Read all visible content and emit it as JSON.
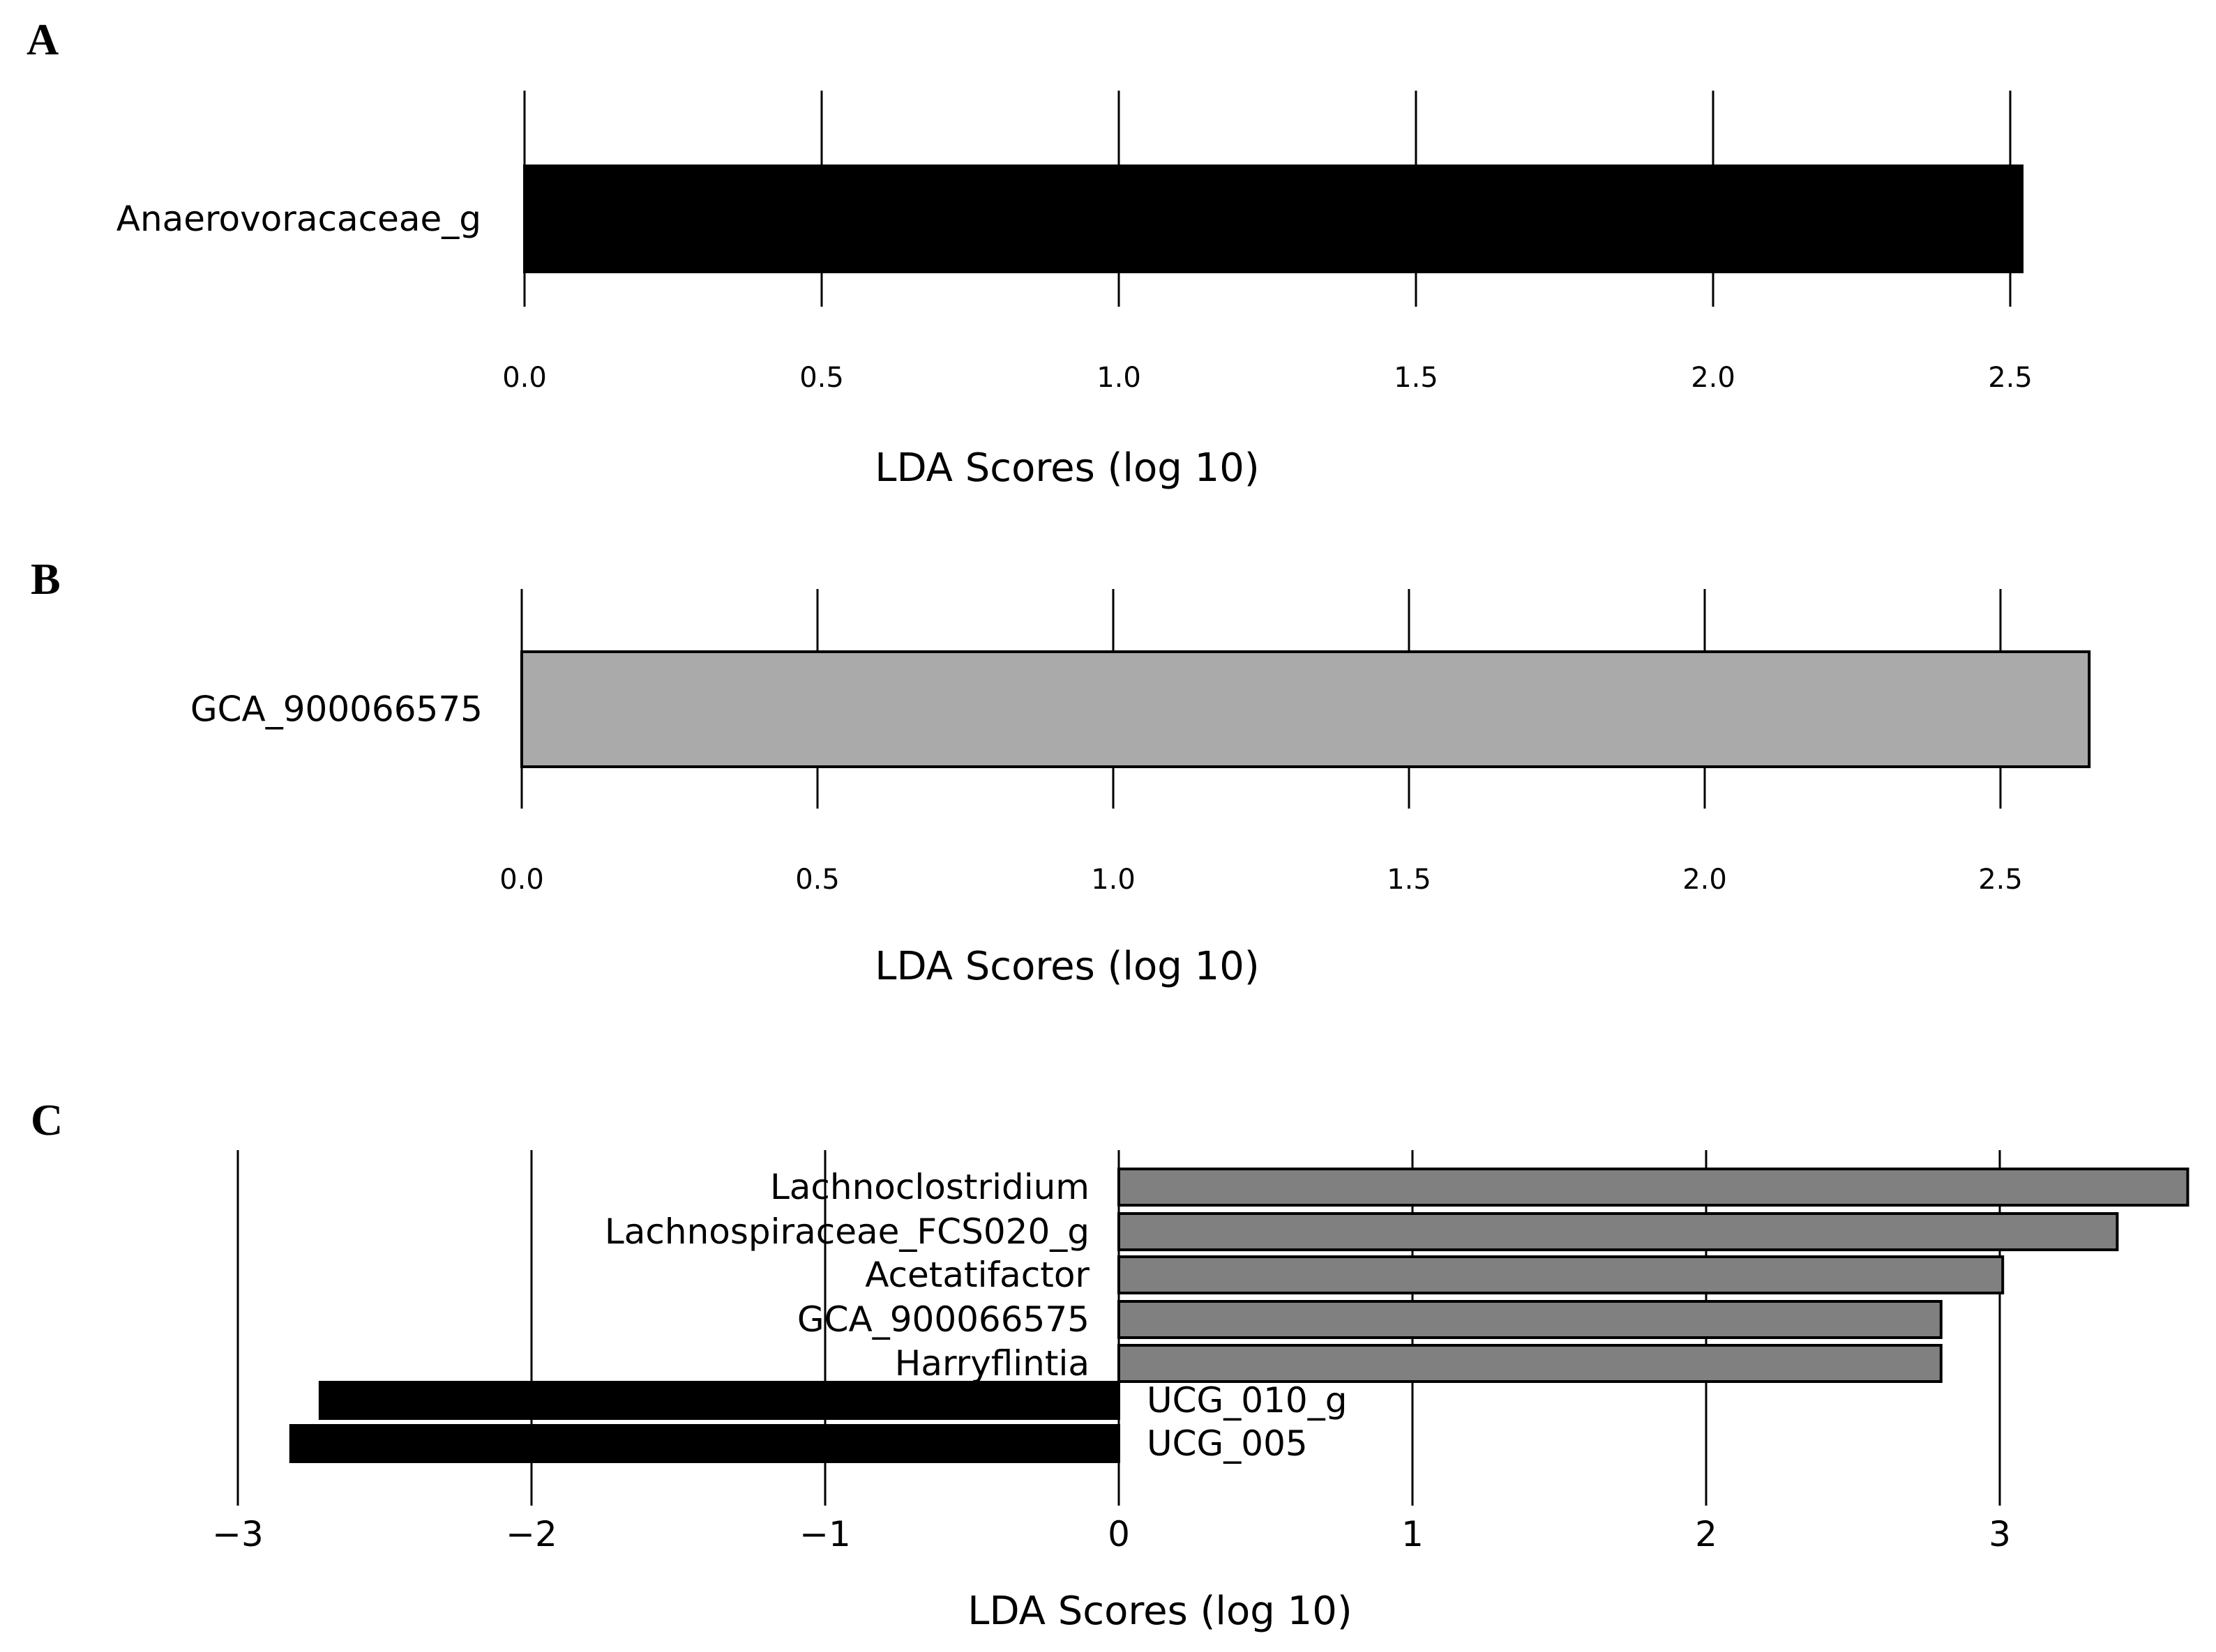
{
  "chart_data": [
    {
      "panel": "A",
      "type": "bar",
      "orientation": "horizontal",
      "categories": [
        "Anaerovoracaceae_g"
      ],
      "values": [
        2.52
      ],
      "bar_color": "#000000",
      "xlabel": "LDA Scores (log 10)",
      "xlim": [
        0,
        2.5
      ],
      "xticks": [
        "0.0",
        "0.5",
        "1.0",
        "1.5",
        "2.0",
        "2.5"
      ],
      "grid": true
    },
    {
      "panel": "B",
      "type": "bar",
      "orientation": "horizontal",
      "categories": [
        "GCA_900066575"
      ],
      "values": [
        2.65
      ],
      "bar_color": "#aaaaaa",
      "xlabel": "LDA Scores (log 10)",
      "xlim": [
        0,
        2.5
      ],
      "xticks": [
        "0.0",
        "0.5",
        "1.0",
        "1.5",
        "2.0",
        "2.5"
      ],
      "grid": true
    },
    {
      "panel": "C",
      "type": "bar",
      "orientation": "horizontal",
      "categories": [
        "Lachnoclostridium",
        "Lachnospiraceae_FCS020_g",
        "Acetatifactor",
        "GCA_900066575",
        "Harryflintia",
        "UCG_010_g",
        "UCG_005"
      ],
      "values": [
        3.64,
        3.4,
        3.01,
        2.8,
        2.8,
        -2.72,
        -2.82
      ],
      "positive_color": "#808080",
      "negative_color": "#000000",
      "xlabel": "LDA Scores (log 10)",
      "xlim": [
        -3,
        3
      ],
      "xticks": [
        "−3",
        "−2",
        "−1",
        "0",
        "1",
        "2",
        "3"
      ],
      "grid": true
    }
  ]
}
